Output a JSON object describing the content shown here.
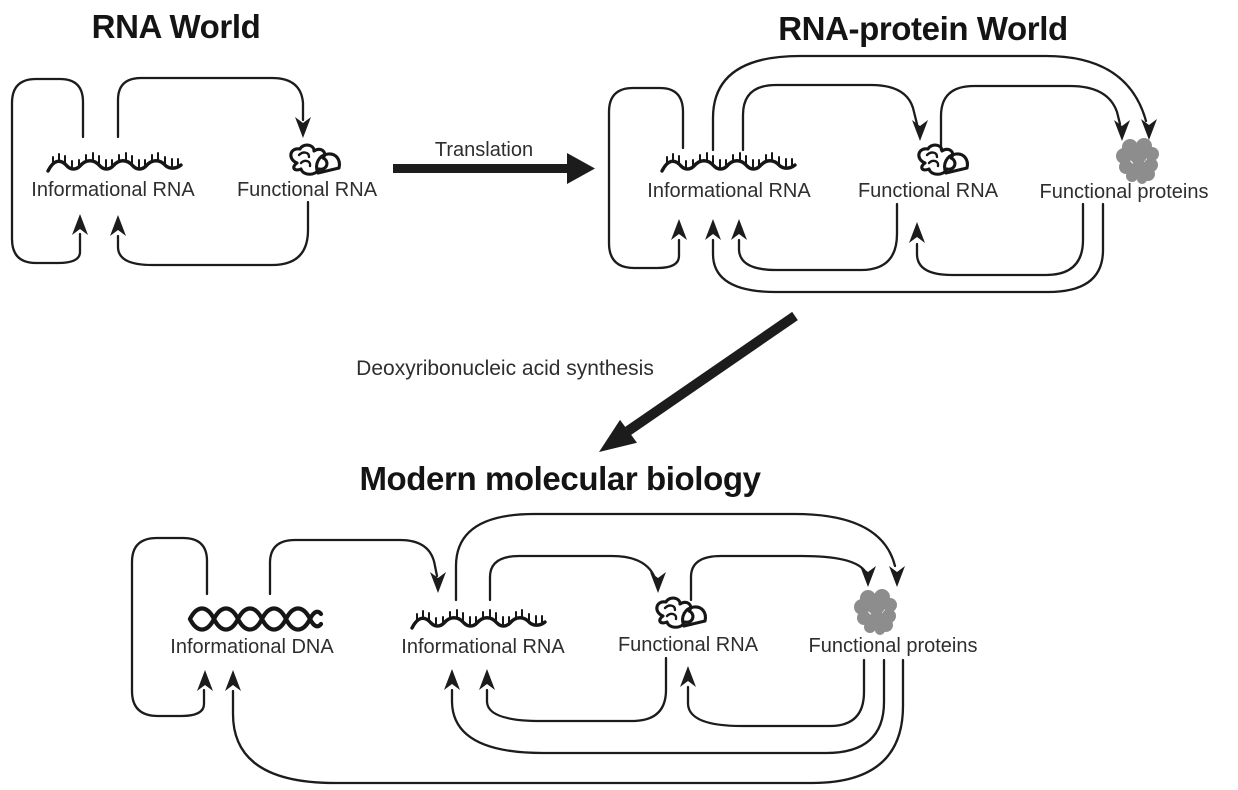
{
  "figure": {
    "background": "#ffffff",
    "line_color": "#1c1c1c",
    "protein_color": "#8d8d8d"
  },
  "panels": {
    "rna_world": {
      "title": "RNA World",
      "nodes": {
        "informational_rna": {
          "label": "Informational RNA",
          "icon": "rna-squiggle-icon"
        },
        "functional_rna": {
          "label": "Functional RNA",
          "icon": "rna-scribble-icon"
        }
      },
      "edges": [
        {
          "from": "Informational RNA",
          "to": "Informational RNA"
        },
        {
          "from": "Informational RNA",
          "to": "Functional RNA"
        },
        {
          "from": "Functional RNA",
          "to": "Informational RNA"
        }
      ]
    },
    "rna_protein_world": {
      "title": "RNA-protein World",
      "nodes": {
        "informational_rna": {
          "label": "Informational RNA",
          "icon": "rna-squiggle-icon"
        },
        "functional_rna": {
          "label": "Functional RNA",
          "icon": "rna-scribble-icon"
        },
        "functional_proteins": {
          "label": "Functional proteins",
          "icon": "protein-blob-icon"
        }
      },
      "edges": [
        {
          "from": "Informational RNA",
          "to": "Informational RNA"
        },
        {
          "from": "Informational RNA",
          "to": "Functional RNA"
        },
        {
          "from": "Informational RNA",
          "to": "Functional proteins"
        },
        {
          "from": "Functional RNA",
          "to": "Functional proteins"
        },
        {
          "from": "Functional RNA",
          "to": "Informational RNA"
        },
        {
          "from": "Functional proteins",
          "to": "Functional RNA"
        },
        {
          "from": "Functional proteins",
          "to": "Informational RNA"
        }
      ]
    },
    "modern_molecular_biology": {
      "title": "Modern molecular biology",
      "nodes": {
        "informational_dna": {
          "label": "Informational DNA",
          "icon": "dna-helix-icon"
        },
        "informational_rna": {
          "label": "Informational RNA",
          "icon": "rna-squiggle-icon"
        },
        "functional_rna": {
          "label": "Functional RNA",
          "icon": "rna-scribble-icon"
        },
        "functional_proteins": {
          "label": "Functional proteins",
          "icon": "protein-blob-icon"
        }
      },
      "edges": [
        {
          "from": "Informational DNA",
          "to": "Informational DNA"
        },
        {
          "from": "Informational DNA",
          "to": "Informational RNA"
        },
        {
          "from": "Informational RNA",
          "to": "Functional RNA"
        },
        {
          "from": "Informational RNA",
          "to": "Functional proteins"
        },
        {
          "from": "Functional RNA",
          "to": "Functional proteins"
        },
        {
          "from": "Functional RNA",
          "to": "Informational RNA"
        },
        {
          "from": "Functional proteins",
          "to": "Functional RNA"
        },
        {
          "from": "Functional proteins",
          "to": "Informational RNA"
        },
        {
          "from": "Functional proteins",
          "to": "Informational DNA"
        }
      ]
    }
  },
  "transitions": {
    "translation": {
      "label": "Translation"
    },
    "dna_synthesis": {
      "label": "Deoxyribonucleic acid synthesis"
    }
  }
}
